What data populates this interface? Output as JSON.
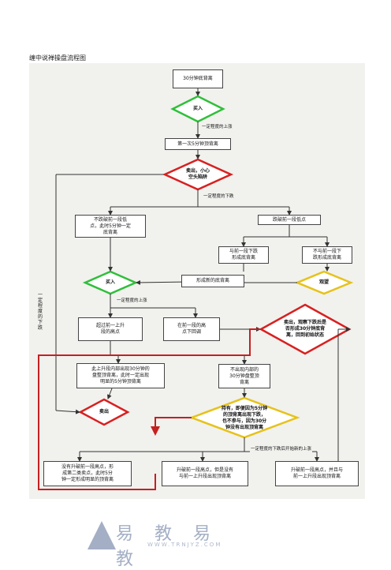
{
  "page": {
    "heading": "缠中说禅操盘流程图"
  },
  "watermark": {
    "text": "易 教 易 教",
    "sub": "WWW.TRNJYZ.COM"
  },
  "nodes": {
    "start": "30分钟底背离",
    "buy1": "买入",
    "first5": "第一次5分钟顶背离",
    "sell1": "卖出，小心\n空头陷阱",
    "notBreak": "不跌破前一段低\n点，此时5分钟一定\n底背离",
    "breakLow": "跌破前一段低点",
    "bottomDiv": "与前一段下跌\n形成底背离",
    "noBottomDiv": "不与前一段下\n跌形成底背离",
    "newBottom": "形成新的底背离",
    "buy2": "买入",
    "watch": "观望",
    "exceedHigh": "超过前一上升\n段的高点",
    "belowHigh": "在前一段的高\n点下回调",
    "sellWatch": "卖出，观察下跌后是\n否形成30分钟底背\n离，回到初始状态",
    "topDiv30": "此上升段内部出现30分钟的\n盘整顶背离，此时一定出现\n明显的5分钟顶背离",
    "noTopDiv30": "不出现内部的\n30分钟盘整顶\n背离",
    "sell2": "卖出",
    "hold": "持有，即便因为5分钟\n的顶背离出现下跌，\n也不参与，因为30分\n钟没有出现顶背离",
    "noBreakHigh": "没有升破前一段高点，形\n成第二类卖点，此时5分\n钟一定形成明显的顶背离",
    "breakHighNoDiv": "升破前一段高点，但是没有\n与前一上升段出现顶背离",
    "breakHighDiv": "升破前一段高点，并且与\n前一上升段出现顶背离"
  },
  "edges": {
    "rise1": "一定程度的上涨",
    "fall1": "一定程度的下跌",
    "rise2": "一定程度的上涨",
    "fallVertical": "一定程度的下跌",
    "fallThenRise": "一定程度的下跌后开始新的上涨"
  },
  "colors": {
    "buy_diamond": "#2fbf3a",
    "sell_diamond": "#d82020",
    "watch_diamond": "#e6c21a",
    "loop_line": "#c42020",
    "box_border": "#444444",
    "background": "#f1f1ee"
  }
}
